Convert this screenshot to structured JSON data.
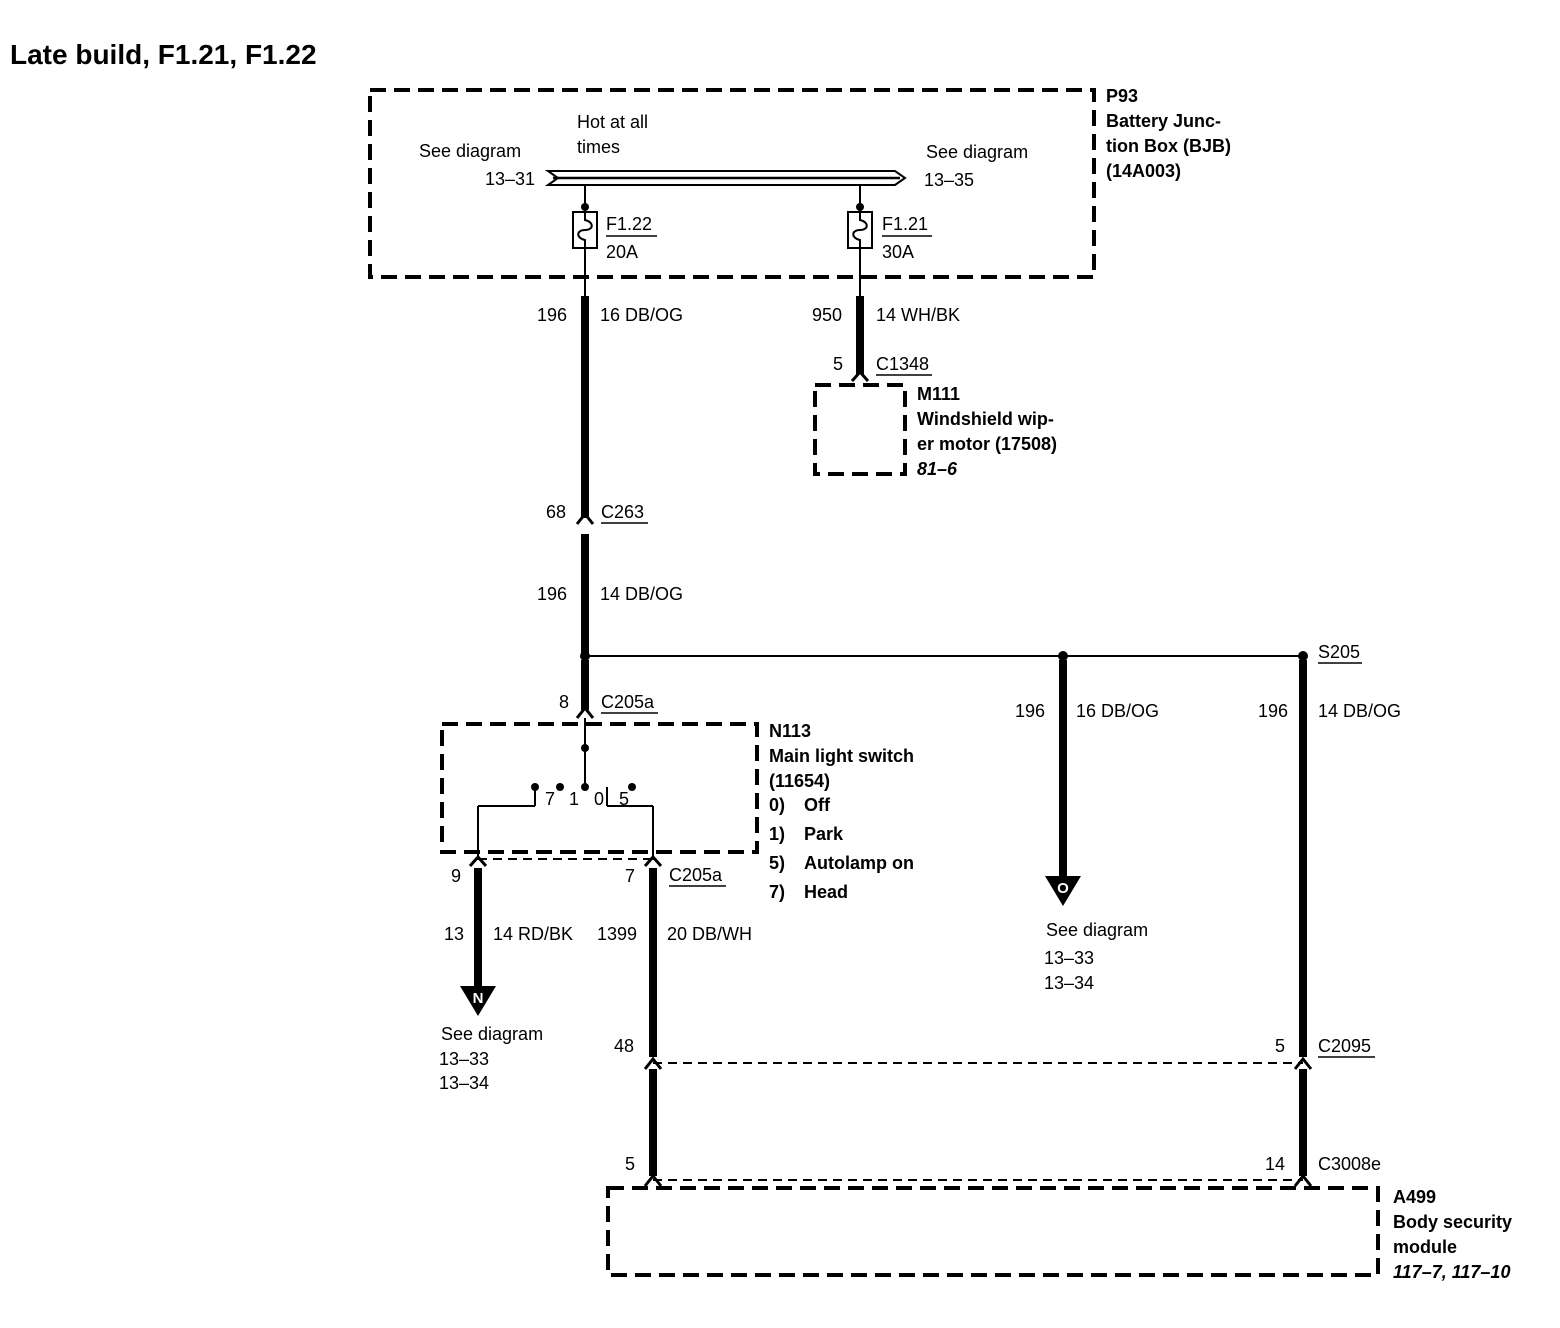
{
  "title": "Late build, F1.21, F1.22",
  "p93": {
    "id": "P93",
    "name_line1": "Battery Junc-",
    "name_line2": "tion Box (BJB)",
    "name_line3": "(14A003)"
  },
  "bus": {
    "hot_line1": "Hot at all",
    "hot_line2": "times",
    "left_ref_label": "See diagram",
    "left_ref_num": "13–31",
    "right_ref_label": "See diagram",
    "right_ref_num": "13–35"
  },
  "fuses": [
    {
      "id": "F1.22",
      "rating": "20A"
    },
    {
      "id": "F1.21",
      "rating": "30A"
    }
  ],
  "wires": {
    "w196_top": {
      "circuit": "196",
      "spec": "16 DB/OG"
    },
    "w950": {
      "circuit": "950",
      "spec": "14 WH/BK"
    },
    "w196_mid": {
      "circuit": "196",
      "spec": "14 DB/OG"
    },
    "w196_center": {
      "circuit": "196",
      "spec": "16 DB/OG"
    },
    "w196_right": {
      "circuit": "196",
      "spec": "14 DB/OG"
    },
    "w13": {
      "circuit": "13",
      "spec": "14 RD/BK"
    },
    "w1399": {
      "circuit": "1399",
      "spec": "20 DB/WH"
    }
  },
  "connectors": {
    "c1348": {
      "pin": "5",
      "name": "C1348"
    },
    "c263": {
      "pin": "68",
      "name": "C263"
    },
    "c205a_top": {
      "pin": "8",
      "name": "C205a"
    },
    "c205a_left_pin": "9",
    "c205a_right": {
      "pin": "7",
      "name": "C205a"
    },
    "c2095": {
      "pin_left": "48",
      "pin_right": "5",
      "name": "C2095"
    },
    "c3008e": {
      "pin_left": "5",
      "pin_right": "14",
      "name": "C3008e"
    }
  },
  "splice": {
    "name": "S205"
  },
  "m111": {
    "id": "M111",
    "line1": "Windshield wip-",
    "line2": "er motor (17508)",
    "ref": "81–6"
  },
  "n113": {
    "id": "N113",
    "line1": "Main light switch",
    "line2": "(11654)",
    "positions": [
      {
        "num": "0)",
        "label": "Off"
      },
      {
        "num": "1)",
        "label": "Park"
      },
      {
        "num": "5)",
        "label": "Autolamp on"
      },
      {
        "num": "7)",
        "label": "Head"
      }
    ],
    "switch_labels": [
      "7",
      "1",
      "0",
      "5"
    ]
  },
  "a499": {
    "id": "A499",
    "line1": "Body security",
    "line2": "module",
    "ref": "117–7, 117–10"
  },
  "offpage": {
    "n": {
      "letter": "N",
      "label": "See diagram",
      "ref1": "13–33",
      "ref2": "13–34"
    },
    "o": {
      "letter": "O",
      "label": "See diagram",
      "ref1": "13–33",
      "ref2": "13–34"
    }
  }
}
